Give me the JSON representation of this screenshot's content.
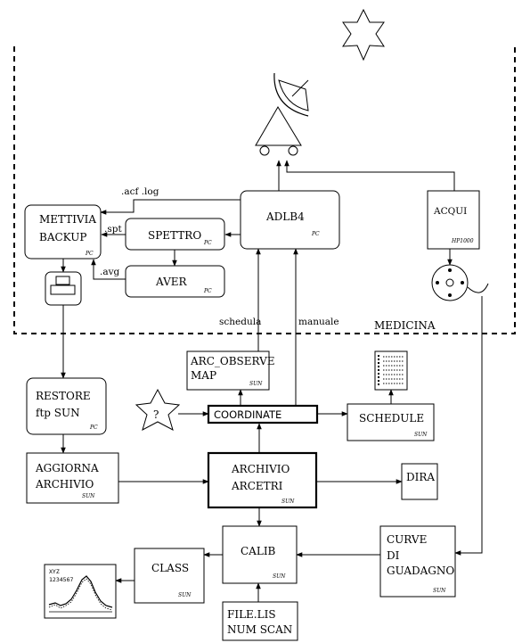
{
  "nodes": {
    "mettivia": {
      "line1": "METTIVIA",
      "line2": "BACKUP",
      "tag": "PC"
    },
    "spettro": {
      "label": "SPETTRO",
      "tag": "PC"
    },
    "aver": {
      "label": "AVER",
      "tag": "PC"
    },
    "adlb4": {
      "label": "ADLB4",
      "tag": "PC"
    },
    "acqui": {
      "label": "ACQUI",
      "tag": "HP1000"
    },
    "restore": {
      "line1": "RESTORE",
      "line2": "ftp SUN",
      "tag": "PC"
    },
    "arc_observe": {
      "line1": "ARC_OBSERVE",
      "line2": "MAP",
      "tag": "SUN"
    },
    "coordinate": {
      "label": "COORDINATE"
    },
    "schedule": {
      "label": "SCHEDULE",
      "tag": "SUN"
    },
    "aggiorna": {
      "line1": "AGGIORNA",
      "line2": "ARCHIVIO",
      "tag": "SUN"
    },
    "archivio_arcetri": {
      "line1": "ARCHIVIO",
      "line2": "ARCETRI",
      "tag": "SUN"
    },
    "dira": {
      "label": "DIRA"
    },
    "calib": {
      "label": "CALIB",
      "tag": "SUN"
    },
    "class": {
      "label": "CLASS",
      "tag": "SUN"
    },
    "curve": {
      "line1": "CURVE",
      "line2": "DI",
      "line3": "GUADAGNO",
      "tag": "SUN"
    },
    "file_lis": {
      "line1": "FILE.LIS",
      "line2": "NUM SCAN"
    },
    "unknown_source": {
      "label": "?"
    }
  },
  "edge_labels": {
    "acf_log": ".acf .log",
    "spt": ".spt",
    "avg": ".avg",
    "schedula": "schedula",
    "manuale": "manuale"
  },
  "region_label": "MEDICINA",
  "plot_thumbnail": {
    "line1": "XYZ",
    "line2": "1234567"
  }
}
